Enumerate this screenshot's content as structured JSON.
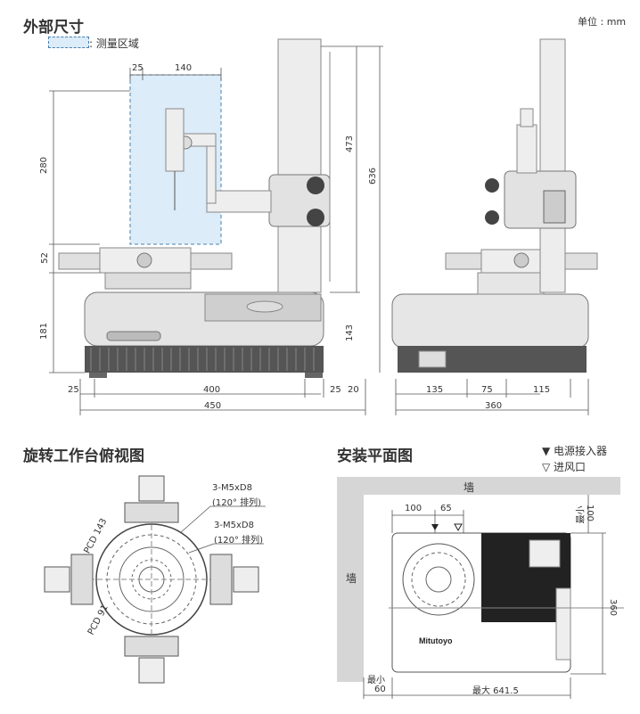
{
  "title_external": "外部尺寸",
  "unit_label": "单位 : mm",
  "legend_measure_area": ": 测量区域",
  "title_turntable": "旋转工作台俯视图",
  "title_install": "安装平面图",
  "legend_power": "▼ 电源接入器",
  "legend_air": "▽ 进风口",
  "front": {
    "top_dims": [
      "25",
      "140"
    ],
    "left_dims": [
      "280",
      "52",
      "181"
    ],
    "right_dims": [
      "473",
      "636",
      "143"
    ],
    "bottom_dims": [
      "25",
      "400",
      "25",
      "20",
      "450"
    ]
  },
  "side": {
    "bottom_dims": [
      "135",
      "75",
      "115",
      "360"
    ]
  },
  "turntable": {
    "screw_label_1": "3-M5xD8",
    "screw_note_1": "(120° 排列)",
    "screw_label_2": "3-M5xD8",
    "screw_note_2": "(120° 排列)",
    "pcd_outer": "PCD 143",
    "pcd_inner": "PCD 91"
  },
  "install": {
    "wall_top": "墙",
    "wall_left": "墙",
    "dim_100_h": "100",
    "dim_65": "65",
    "dim_min_right": "最小",
    "dim_100_v": "100",
    "dim_360": "360",
    "dim_min_bottom": "最小",
    "dim_60": "60",
    "dim_max": "最大 641.5",
    "brand": "Mitutoyo"
  },
  "colors": {
    "measure_area": "#dcecf8",
    "dim_line": "#555555",
    "machine_gray": "#d9d9d9",
    "wall_gray": "#d6d6d6"
  }
}
